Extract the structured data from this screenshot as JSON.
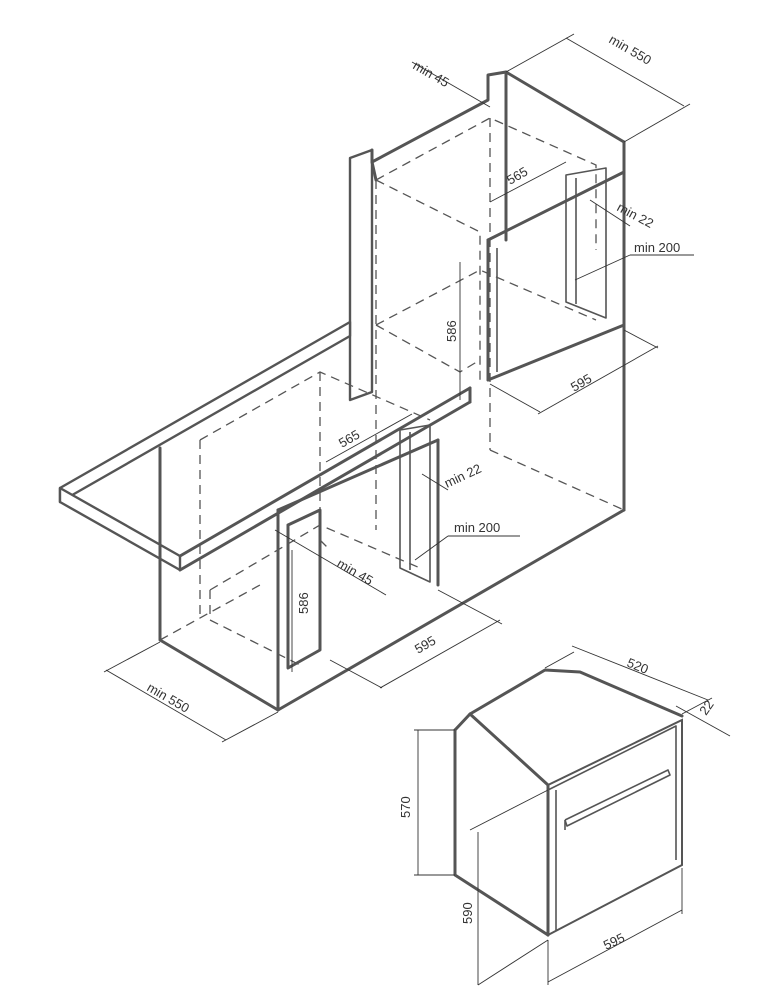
{
  "diagram": {
    "tall_unit": {
      "depth_label": "min 550",
      "gap_top_label": "min 45",
      "inner_width_label": "565",
      "side_gap_label": "min 22",
      "vent_label": "min 200",
      "height_label": "586",
      "width_label": "595"
    },
    "under_counter": {
      "inner_width_label": "565",
      "side_gap_label": "min 22",
      "vent_label": "min 200",
      "gap_label": "min 45",
      "height_label": "586",
      "width_label": "595",
      "depth_label": "min 550"
    },
    "oven": {
      "depth_label": "520",
      "door_label": "22",
      "body_height_label": "570",
      "total_height_label": "590",
      "width_label": "595"
    }
  }
}
